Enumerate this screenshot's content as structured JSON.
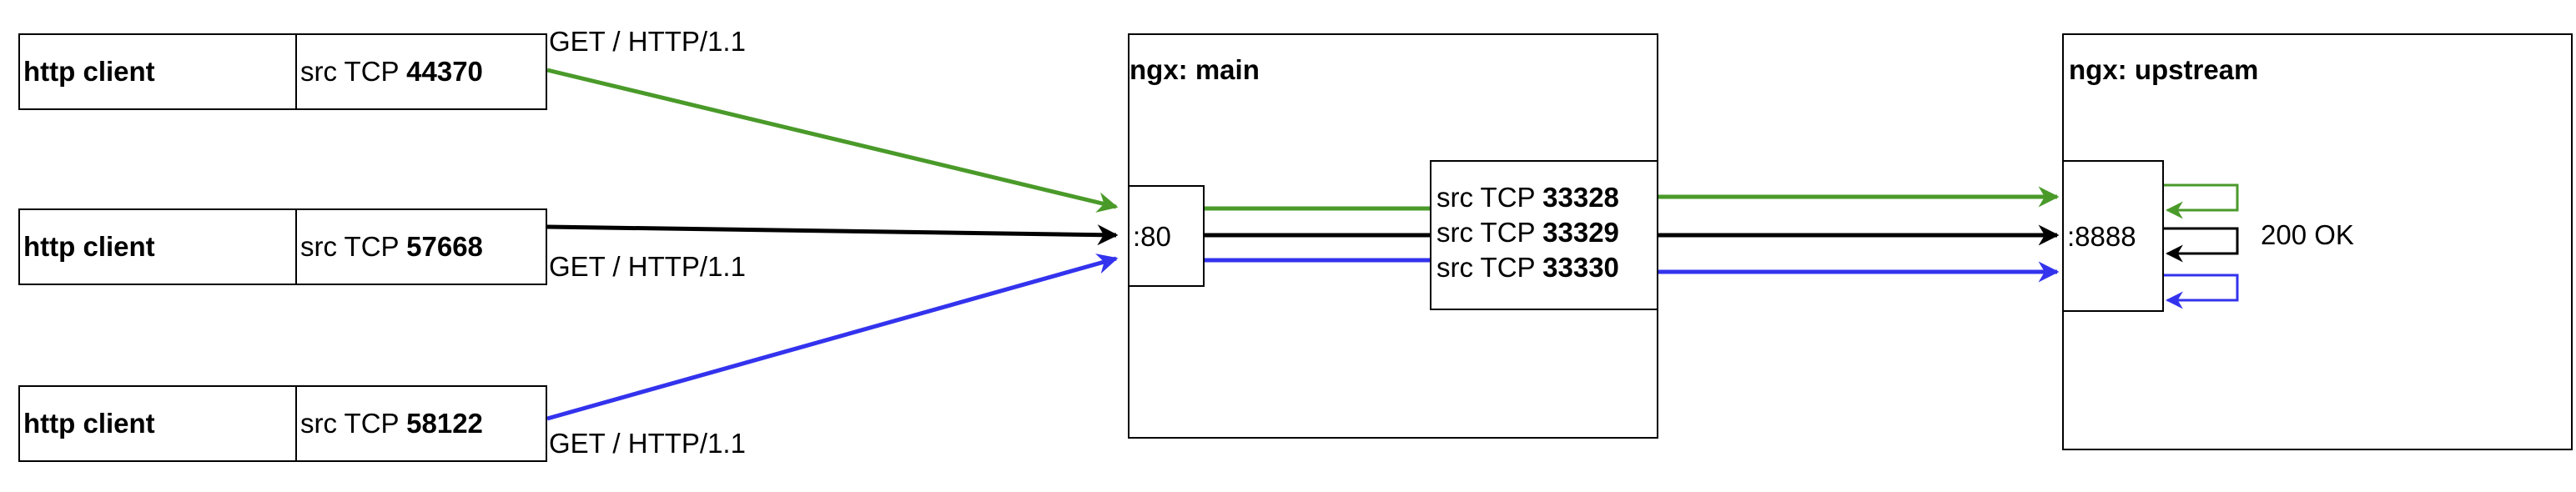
{
  "colors": {
    "green": "#4a9a2a",
    "black": "#000000",
    "blue": "#3333ee"
  },
  "clients": [
    {
      "name": "http client",
      "port_prefix": "src TCP ",
      "port": "44370",
      "request": "GET / HTTP/1.1",
      "color": "green"
    },
    {
      "name": "http client",
      "port_prefix": "src TCP ",
      "port": "57668",
      "request": "GET / HTTP/1.1",
      "color": "black"
    },
    {
      "name": "http client",
      "port_prefix": "src TCP ",
      "port": "58122",
      "request": "GET / HTTP/1.1",
      "color": "blue"
    }
  ],
  "main": {
    "title": "ngx: main",
    "listen_port": ":80",
    "upstream_sources": [
      {
        "prefix": "src TCP ",
        "port": "33328"
      },
      {
        "prefix": "src TCP ",
        "port": "33329"
      },
      {
        "prefix": "src TCP ",
        "port": "33330"
      }
    ]
  },
  "upstream": {
    "title": "ngx: upstream",
    "listen_port": ":8888",
    "response": "200 OK"
  }
}
